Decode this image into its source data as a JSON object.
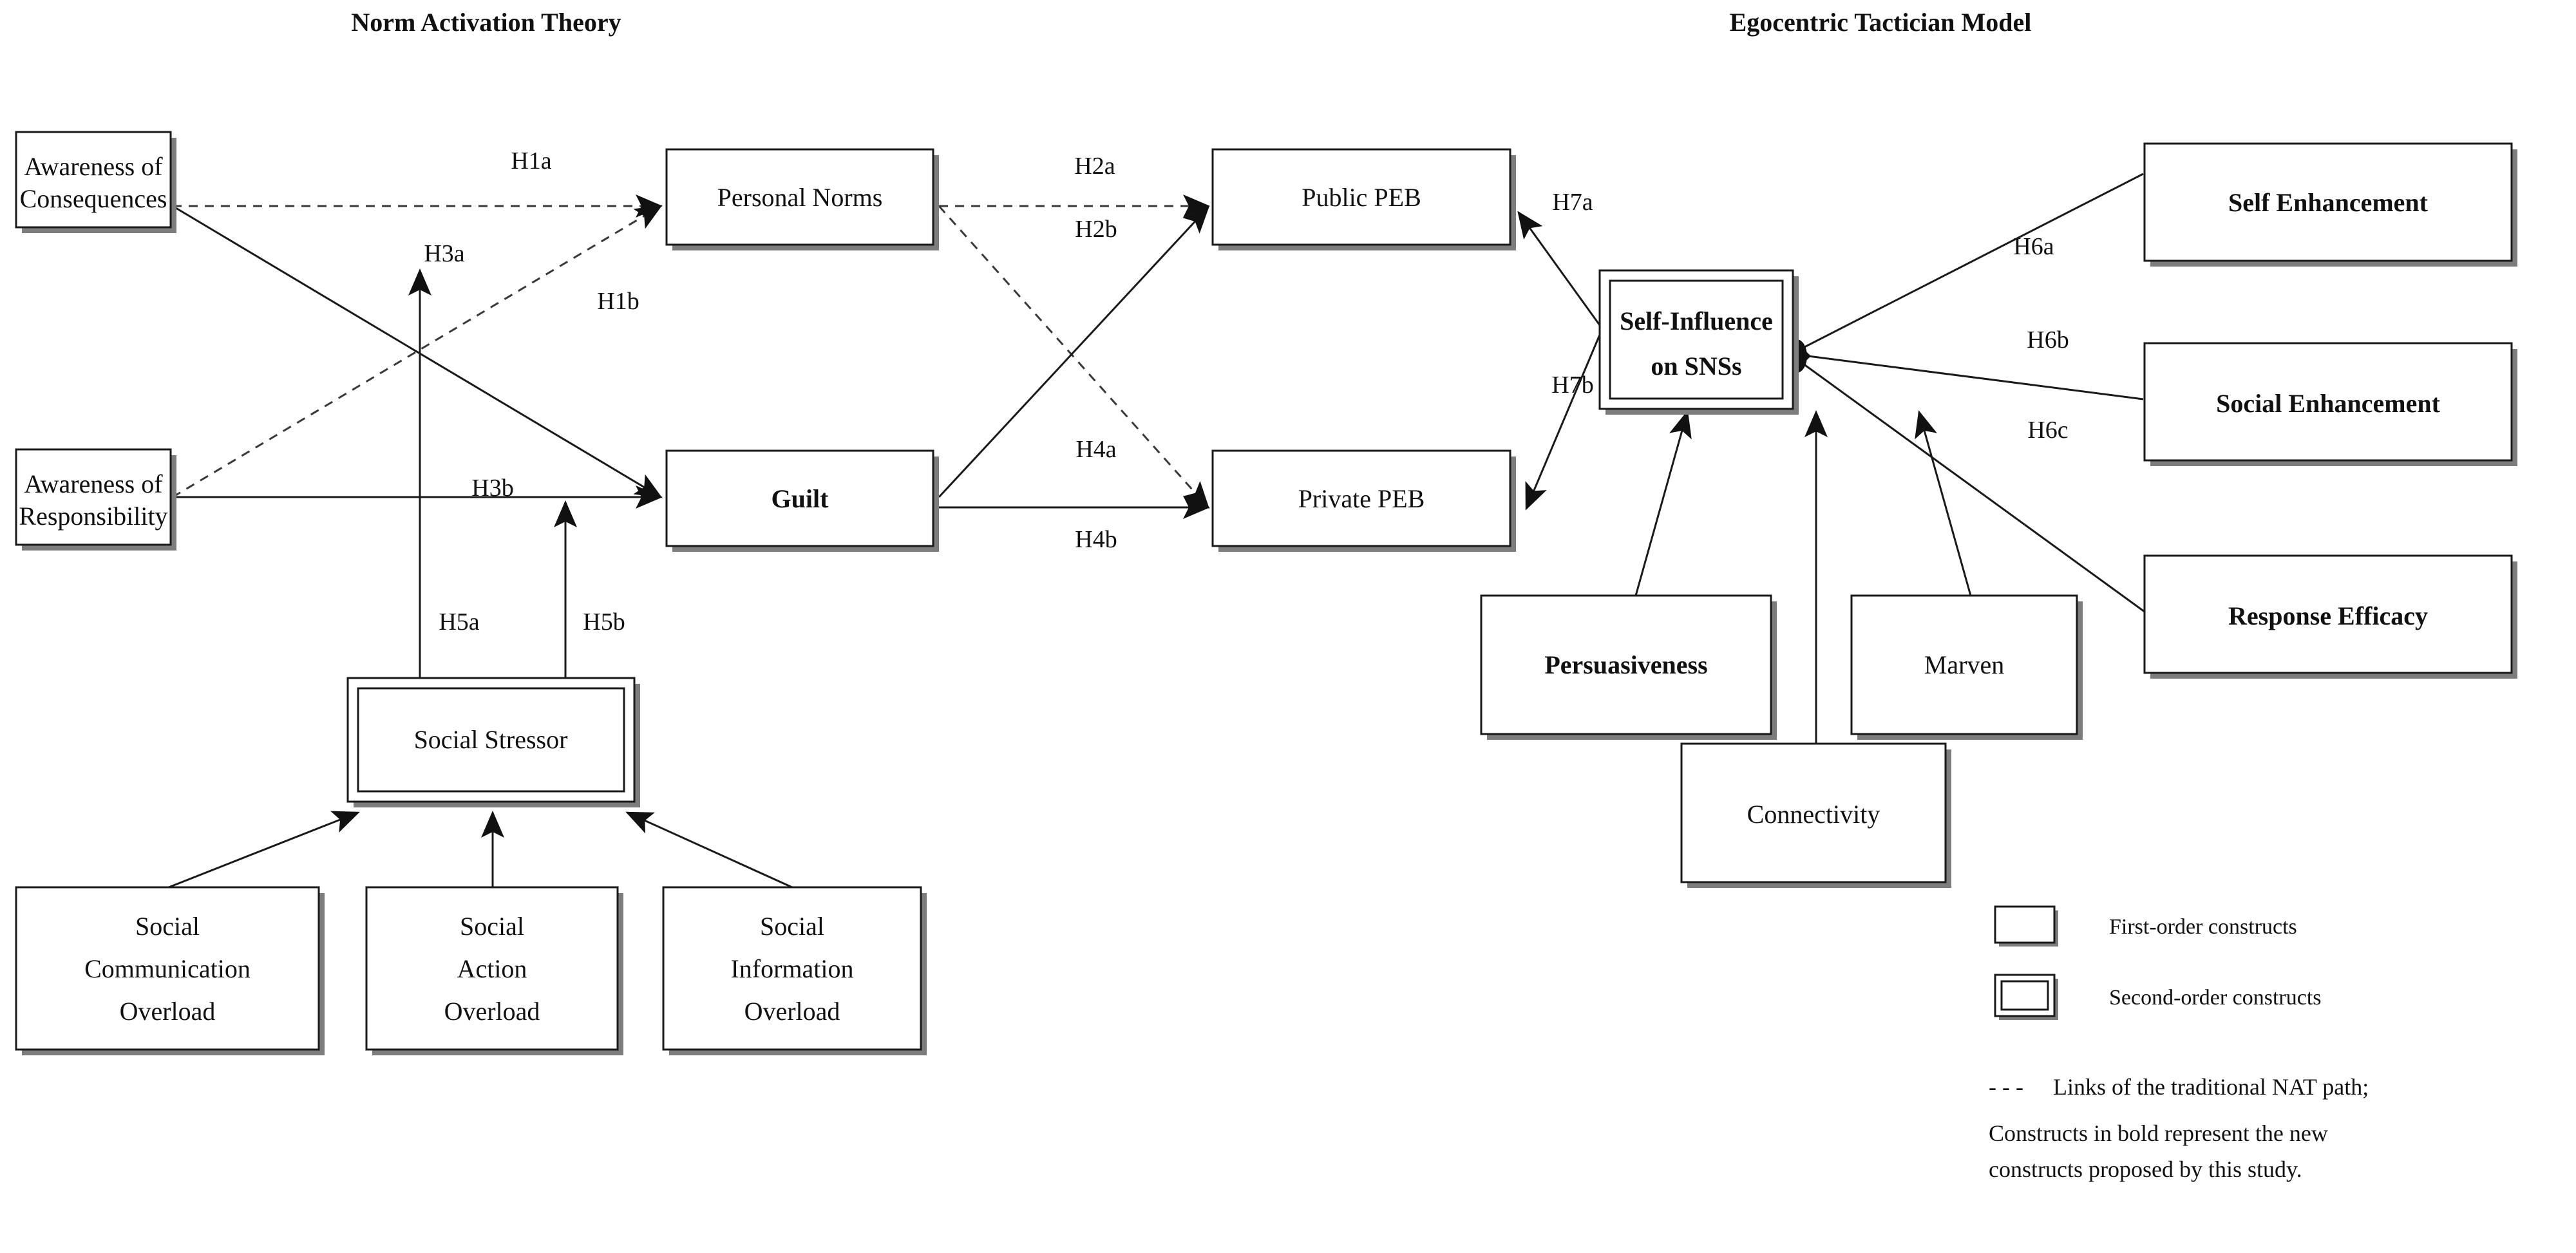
{
  "titles": {
    "left": "Norm Activation Theory",
    "right": "Egocentric Tactician Model"
  },
  "constructs": {
    "awareness_consequences": {
      "line1": "Awareness of",
      "line2": "Consequences",
      "order": "first",
      "bold": false
    },
    "awareness_responsibility": {
      "line1": "Awareness of",
      "line2": "Responsibility",
      "order": "first",
      "bold": false
    },
    "personal_norms": {
      "line1": "Personal Norms",
      "order": "first",
      "bold": false
    },
    "guilt": {
      "line1": "Guilt",
      "order": "first",
      "bold": true
    },
    "public_peb": {
      "line1": "Public PEB",
      "order": "first",
      "bold": false
    },
    "private_peb": {
      "line1": "Private PEB",
      "order": "first",
      "bold": false
    },
    "social_stressor": {
      "line1": "Social Stressor",
      "order": "second",
      "bold": false
    },
    "social_communication_overload": {
      "line1": "Social",
      "line2": "Communication",
      "line3": "Overload",
      "order": "first",
      "bold": false
    },
    "social_action_overload": {
      "line1": "Social",
      "line2": "Action",
      "line3": "Overload",
      "order": "first",
      "bold": false
    },
    "social_information_overload": {
      "line1": "Social",
      "line2": "Information",
      "line3": "Overload",
      "order": "first",
      "bold": false
    },
    "self_influence_sns": {
      "line1": "Self-Influence",
      "line2": "on SNSs",
      "order": "second",
      "bold": true
    },
    "persuasiveness": {
      "line1": "Persuasiveness",
      "order": "first",
      "bold": true
    },
    "marven": {
      "line1": "Marven",
      "order": "first",
      "bold": false
    },
    "connectivity": {
      "line1": "Connectivity",
      "order": "first",
      "bold": false
    },
    "self_enhancement": {
      "line1": "Self Enhancement",
      "order": "first",
      "bold": true
    },
    "social_enhancement": {
      "line1": "Social Enhancement",
      "order": "first",
      "bold": true
    },
    "response_efficacy": {
      "line1": "Response Efficacy",
      "order": "first",
      "bold": true
    }
  },
  "hypotheses": {
    "h1a": "H1a",
    "h1b": "H1b",
    "h2a": "H2a",
    "h2b": "H2b",
    "h3a": "H3a",
    "h3b": "H3b",
    "h4a": "H4a",
    "h4b": "H4b",
    "h5a": "H5a",
    "h5b": "H5b",
    "h6a": "H6a",
    "h6b": "H6b",
    "h6c": "H6c",
    "h7a": "H7a",
    "h7b": "H7b"
  },
  "legend": {
    "first_order": "First-order constructs",
    "second_order": "Second-order constructs",
    "dash_glyph": "- - -",
    "note_line1": "Links of the traditional NAT path;",
    "note_line2": "Constructs in bold represent the new",
    "note_line3": "constructs proposed by this study."
  },
  "colors": {
    "line": "#1a1a1a",
    "dashed_line": "#3a3a3a",
    "box_shadow": "#7d7d7d",
    "text": "#111111",
    "background": "#ffffff"
  }
}
